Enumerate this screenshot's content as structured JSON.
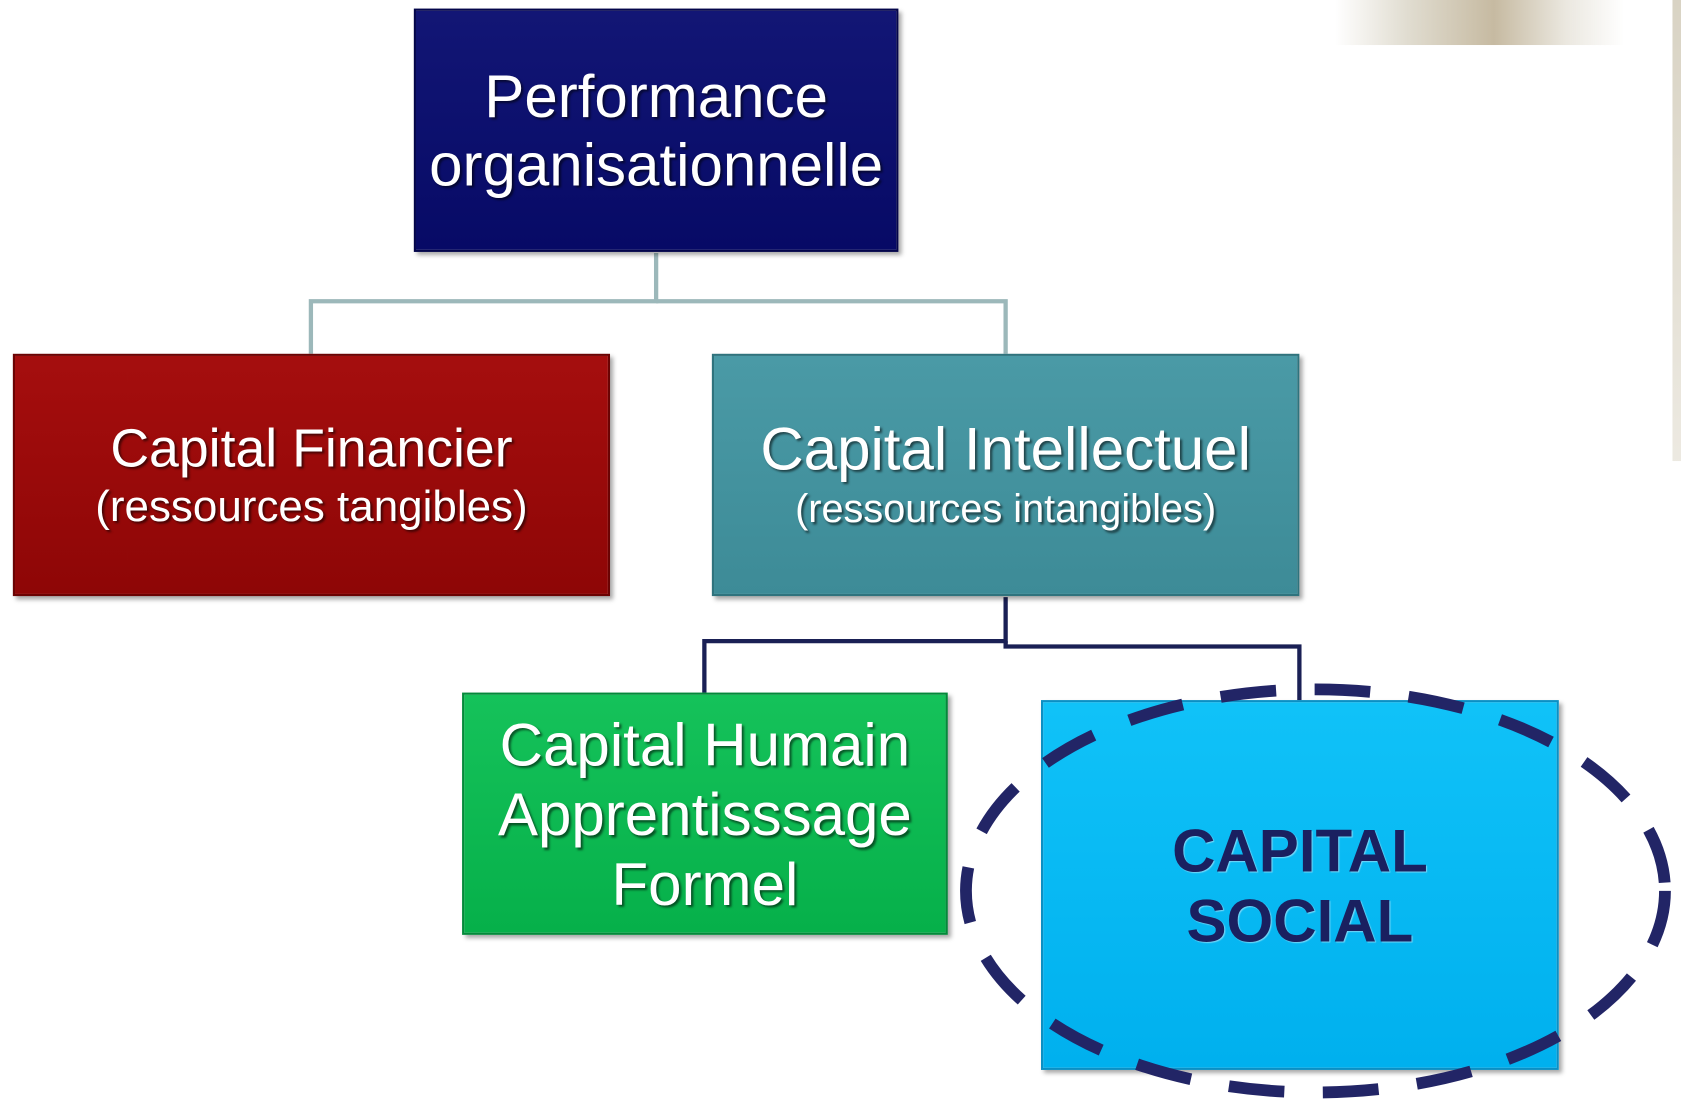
{
  "colors": {
    "performance": "#0b0f6e",
    "financier": "#9c0808",
    "intellectuel": "#45929e",
    "humain": "#0db853",
    "social": "#05b7f2",
    "social_text": "#1a2060",
    "connector_top": "#9cb8ba",
    "connector_bottom": "#1a2055",
    "highlight_dash": "#222566"
  },
  "nodes": {
    "performance": {
      "line1": "Performance",
      "line2": "organisationnelle"
    },
    "financier": {
      "title": "Capital Financier",
      "subtitle": "(ressources tangibles)"
    },
    "intellectuel": {
      "title": "Capital Intellectuel",
      "subtitle": "(ressources intangibles)"
    },
    "humain": {
      "line1": "Capital Humain",
      "line2": "Apprentisssage",
      "line3": "Formel"
    },
    "social": {
      "line1": "CAPITAL",
      "line2": "SOCIAL"
    }
  }
}
